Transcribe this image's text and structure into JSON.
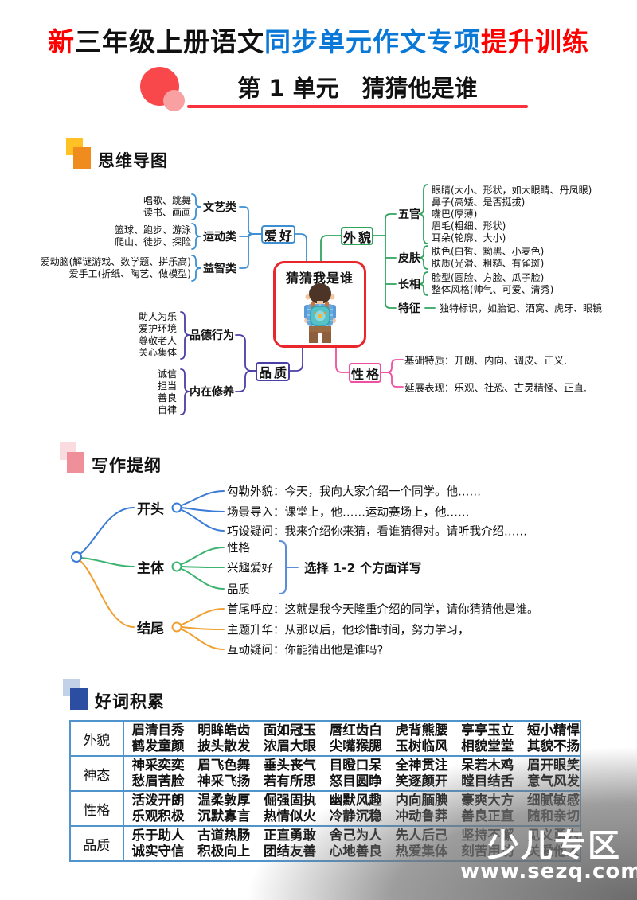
{
  "header": {
    "title": {
      "part1": "新",
      "part2": "三年级上册语文",
      "part3": "同步单元作文专项",
      "part4": "提升训练"
    },
    "unit": "第 1 单元　猜猜他是谁"
  },
  "sections": {
    "mindmap": "思维导图",
    "outline": "写作提纲",
    "words": "好词积累"
  },
  "mindmap": {
    "center": "猜猜我是谁",
    "hobby": {
      "label": "爱好",
      "children": [
        {
          "label": "文艺类",
          "lines": [
            "唱歌、跳舞",
            "读书、画画"
          ]
        },
        {
          "label": "运动类",
          "lines": [
            "篮球、跑步、游泳",
            "爬山、徒步、探险"
          ]
        },
        {
          "label": "益智类",
          "lines": [
            "爱动脑(解谜游戏、数学题、拼乐高)",
            "爱手工(折纸、陶艺、做模型)"
          ]
        }
      ]
    },
    "appearance": {
      "label": "外貌",
      "children": [
        {
          "label": "五官",
          "lines": [
            "眼睛(大小、形状，如大眼睛、丹凤眼)",
            "鼻子(高矮、是否挺拔)",
            "嘴巴(厚薄)",
            "眉毛(粗细、形状)",
            "耳朵(轮廓、大小)"
          ]
        },
        {
          "label": "皮肤",
          "lines": [
            "肤色(白皙、黝黑、小麦色)",
            "肤质(光滑、粗糙、有雀斑)"
          ]
        },
        {
          "label": "长相",
          "lines": [
            "脸型(圆脸、方脸、瓜子脸)",
            "整体风格(帅气、可爱、清秀)"
          ]
        },
        {
          "label": "特征",
          "lines": [
            "独特标识，如胎记、酒窝、虎牙、眼镜"
          ]
        }
      ]
    },
    "quality": {
      "label": "品质",
      "children": [
        {
          "label": "品德行为",
          "lines": [
            "助人为乐",
            "爱护环境",
            "尊敬老人",
            "关心集体"
          ]
        },
        {
          "label": "内在修养",
          "lines": [
            "诚信",
            "担当",
            "善良",
            "自律"
          ]
        }
      ]
    },
    "personality": {
      "label": "性格",
      "children": [
        {
          "label": "基础特质：开朗、内向、调皮、正义."
        },
        {
          "label": "延展表现：乐观、社恐、古灵精怪、正直."
        }
      ]
    }
  },
  "outline": {
    "branches": [
      {
        "label": "开头",
        "items": [
          "勾勒外貌：今天，我向大家介绍一个同学。他……",
          "场景导入：课堂上，他……运动赛场上，他……",
          "巧设疑问：我来介绍你来猜，看谁猜得对。请听我介绍……"
        ]
      },
      {
        "label": "主体",
        "items": [
          "性格",
          "兴趣爱好",
          "品质"
        ],
        "note": "选择 1-2 个方面详写"
      },
      {
        "label": "结尾",
        "items": [
          "首尾呼应：这就是我今天隆重介绍的同学，请你猜猜他是谁。",
          "主题升华：从那以后，他珍惜时间，努力学习，",
          "互动疑问：你能猜出他是谁吗?"
        ]
      }
    ]
  },
  "words_table": {
    "rows": [
      {
        "category": "外貌",
        "line1": "眉清目秀 明眸皓齿 面如冠玉 唇红齿白 虎背熊腰 亭亭玉立 短小精悍",
        "line2": "鹤发童颜 披头散发 浓眉大眼 尖嘴猴腮 玉树临风 相貌堂堂 其貌不扬"
      },
      {
        "category": "神态",
        "line1": "神采奕奕 眉飞色舞 垂头丧气 目瞪口呆 全神贯注 呆若木鸡 眉开眼笑",
        "line2": "愁眉苦脸 神采飞扬 若有所思 怒目圆睁 笑逐颜开 瞠目结舌 意气风发"
      },
      {
        "category": "性格",
        "line1": "活泼开朗 温柔敦厚 倔强固执 幽默风趣 内向腼腆 豪爽大方 细腻敏感",
        "line2": "乐观积极 沉默寡言 热情似火 冷静沉稳 冲动鲁莽 善良正直 随和亲切"
      },
      {
        "category": "品质",
        "line1": "乐于助人 古道热肠 正直勇敢 舍己为人 先人后己 坚持不懈 见义勇为",
        "line2": "诚实守信 积极向上 团结友善 心地善良 热爱集体 刻苦用功 关爱他人"
      }
    ]
  },
  "watermark": {
    "brand": "少儿专区",
    "url": "www.sezq.com"
  },
  "colors": {
    "title_red": "#fe0000",
    "title_blue": "#0a78d6",
    "branch_blue": "#3d8fd1",
    "branch_green": "#2fa45f",
    "branch_purple": "#4a3fa5",
    "branch_pink": "#ee4fa0",
    "center_red": "#e8262c",
    "outline_blue": "#3a7bd5",
    "outline_green": "#3cb371",
    "outline_orange": "#f0a030",
    "table_border": "#4f94cd"
  }
}
